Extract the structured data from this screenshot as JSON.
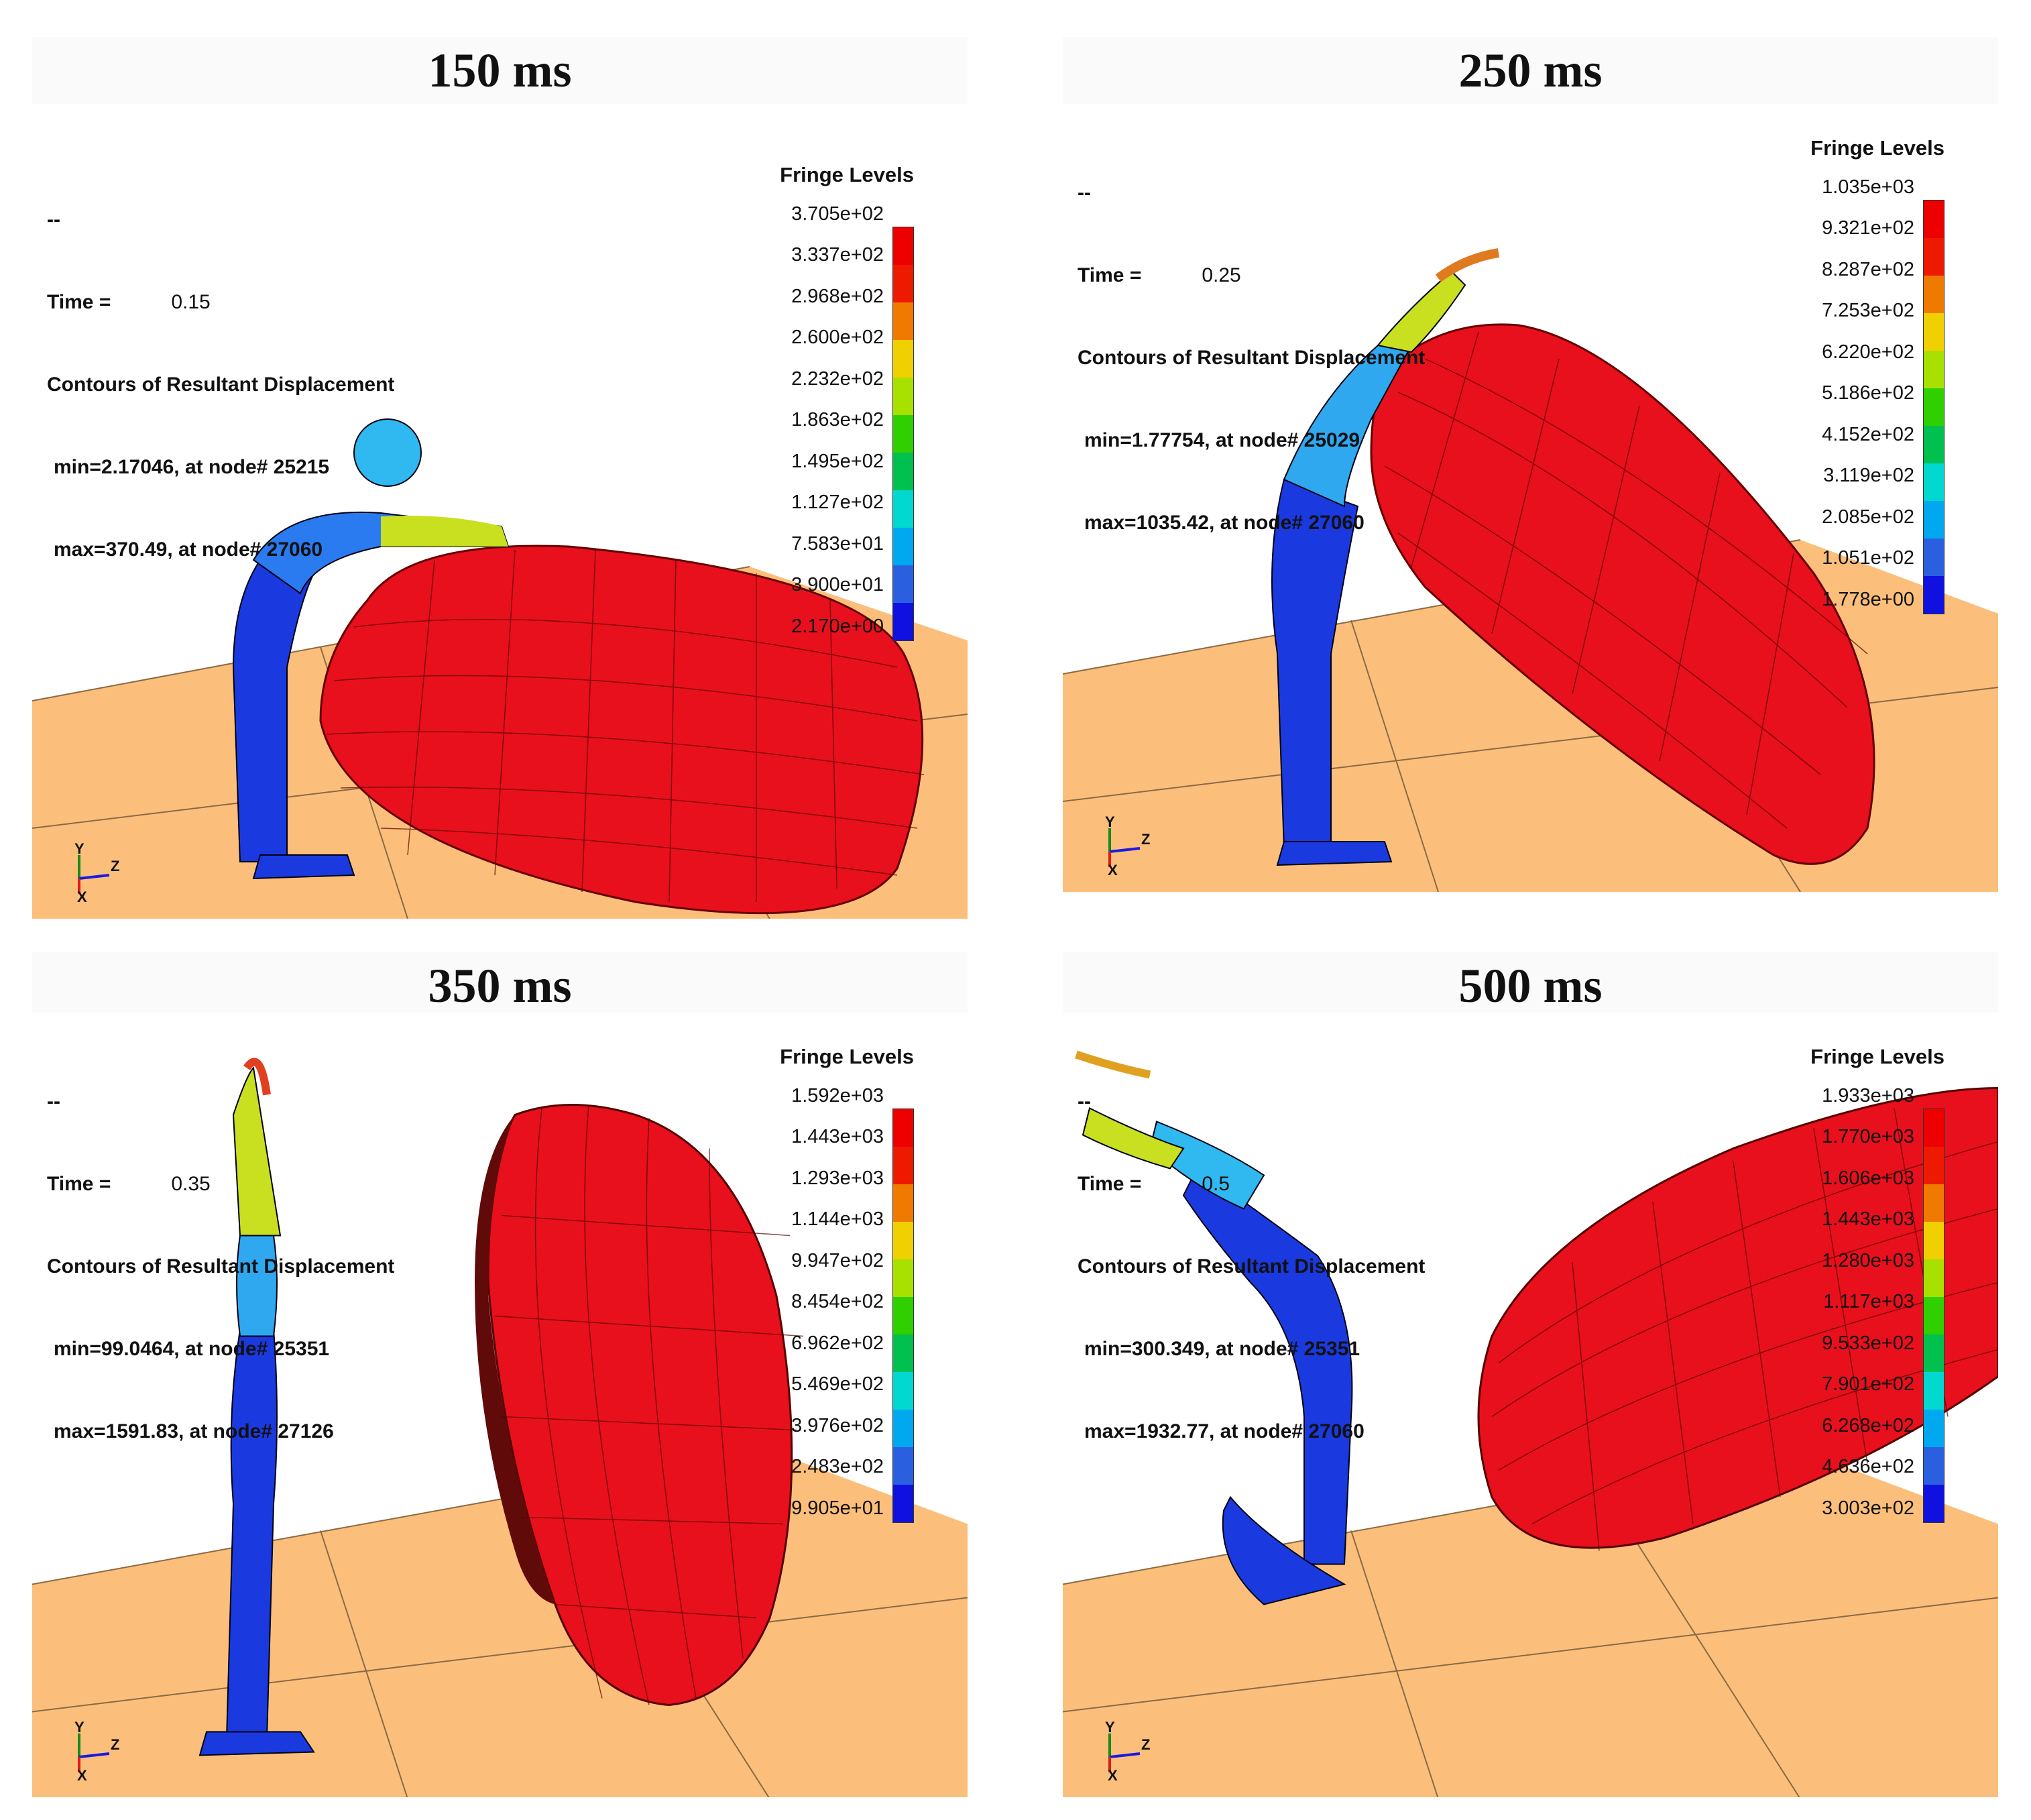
{
  "figure": {
    "panels": [
      {
        "title": "150 ms",
        "hud": {
          "dash": "--",
          "time_label": "Time =",
          "time_value": "0.15",
          "contour_label": "Contours of Resultant Displacement",
          "min_text": "min=2.17046, at node# 25215",
          "max_text": "max=370.49, at node# 27060"
        },
        "legend_title": "Fringe Levels",
        "legend_levels": [
          "3.705e+02",
          "3.337e+02",
          "2.968e+02",
          "2.600e+02",
          "2.232e+02",
          "1.863e+02",
          "1.495e+02",
          "1.127e+02",
          "7.583e+01",
          "3.900e+01",
          "2.170e+00"
        ]
      },
      {
        "title": "250 ms",
        "hud": {
          "dash": "--",
          "time_label": "Time =",
          "time_value": "0.25",
          "contour_label": "Contours of Resultant Displacement",
          "min_text": "min=1.77754, at node# 25029",
          "max_text": "max=1035.42, at node# 27060"
        },
        "legend_title": "Fringe Levels",
        "legend_levels": [
          "1.035e+03",
          "9.321e+02",
          "8.287e+02",
          "7.253e+02",
          "6.220e+02",
          "5.186e+02",
          "4.152e+02",
          "3.119e+02",
          "2.085e+02",
          "1.051e+02",
          "1.778e+00"
        ]
      },
      {
        "title": "350 ms",
        "hud": {
          "dash": "--",
          "time_label": "Time =",
          "time_value": "0.35",
          "contour_label": "Contours of Resultant Displacement",
          "min_text": "min=99.0464, at node# 25351",
          "max_text": "max=1591.83, at node# 27126"
        },
        "legend_title": "Fringe Levels",
        "legend_levels": [
          "1.592e+03",
          "1.443e+03",
          "1.293e+03",
          "1.144e+03",
          "9.947e+02",
          "8.454e+02",
          "6.962e+02",
          "5.469e+02",
          "3.976e+02",
          "2.483e+02",
          "9.905e+01"
        ]
      },
      {
        "title": "500 ms",
        "hud": {
          "dash": "--",
          "time_label": "Time =",
          "time_value": "0.5",
          "contour_label": "Contours of Resultant Displacement",
          "min_text": "min=300.349, at node# 25351",
          "max_text": "max=1932.77, at node# 27060"
        },
        "legend_title": "Fringe Levels",
        "legend_levels": [
          "1.933e+03",
          "1.770e+03",
          "1.606e+03",
          "1.443e+03",
          "1.280e+03",
          "1.117e+03",
          "9.533e+02",
          "7.901e+02",
          "6.268e+02",
          "4.636e+02",
          "3.003e+02"
        ]
      }
    ],
    "fringe_colors": [
      "#ee0000",
      "#ee1a00",
      "#f07a00",
      "#f0d000",
      "#a8e000",
      "#30d000",
      "#00c050",
      "#00d8d0",
      "#00a8f0",
      "#2a60e0",
      "#1010e0"
    ],
    "ground_color": "#fbbf7b",
    "tire_color": "#e8101c",
    "axis_labels": {
      "y": "Y",
      "z": "Z",
      "x": "X"
    }
  }
}
